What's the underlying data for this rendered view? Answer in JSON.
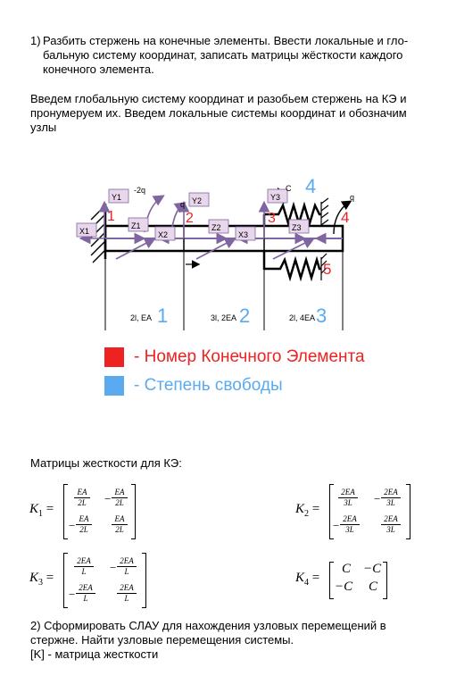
{
  "task1": {
    "number": "1)",
    "line1": "Разбить стержень на конечные элементы. Ввести локальные и гло-",
    "line2": "бальную систему координат, записать матрицы жёсткости каждого",
    "line3": "конечного элемента."
  },
  "intro": {
    "line1": "Введем глобальную систему координат и разобьем стержень на КЭ и",
    "line2": "пронумеруем их. Введем локальные системы координат и обозначим",
    "line3": "узлы"
  },
  "figure": {
    "load_2q": "-2q",
    "load_q_mid": "q",
    "load_q_right": "q",
    "spring_c_label": "C",
    "spring_number_4": "4",
    "spring_number_5": "5",
    "node_1": "1",
    "node_2": "2",
    "node_3": "3",
    "node_4": "4",
    "dof_y1": "Y1",
    "dof_y2": "Y2",
    "dof_y3": "Y3",
    "dof_x1": "X1",
    "dof_x2": "X2",
    "dof_x3": "X3",
    "dof_z1": "Z1",
    "dof_z2": "Z2",
    "dof_z3": "Z3",
    "element_1_props": "2l, EA",
    "element_2_props": "3l, 2EA",
    "element_3_props": "2l, 4EA",
    "element_1_number": "1",
    "element_2_number": "2",
    "element_3_number": "3",
    "colors": {
      "red": "#ee2222",
      "blue": "#5aaaf0",
      "purple": "#8066a0",
      "dof_box": "#e8d6ea"
    }
  },
  "legend": {
    "element_label": "- Номер Конечного Элемента",
    "dof_label": "- Степень свободы"
  },
  "matrices_heading": "Матрицы жесткости для КЭ:",
  "matrices": {
    "k1": {
      "name": "K",
      "index": "1",
      "num": "EA",
      "den": "2L",
      "minus": "−",
      "eq": "="
    },
    "k2": {
      "name": "K",
      "index": "2",
      "num": "2EA",
      "den": "3L",
      "minus": "−",
      "eq": "="
    },
    "k3": {
      "name": "K",
      "index": "3",
      "num": "2EA",
      "den": "L",
      "minus": "−",
      "eq": "="
    },
    "k4": {
      "name": "K",
      "index": "4",
      "c": "C",
      "minus_c": "−C",
      "eq": "="
    }
  },
  "task2": {
    "line1": "2) Сформировать СЛАУ для нахождения узловых перемещений в",
    "line2": "стержне. Найти узловые перемещения системы.",
    "line3": "[K] - матрица жесткости"
  }
}
